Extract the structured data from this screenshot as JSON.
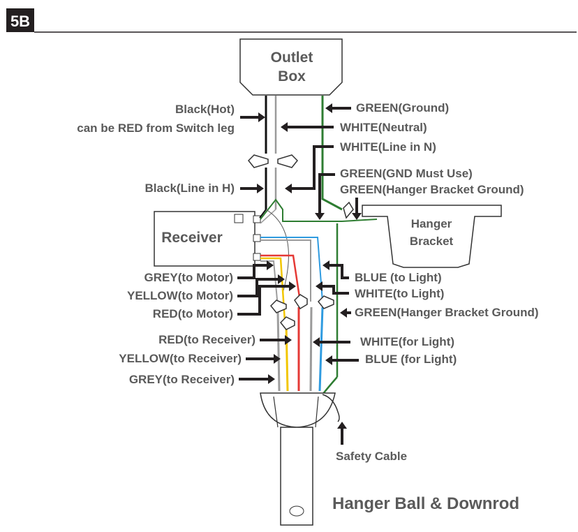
{
  "step_badge": "5B",
  "outlet_box": {
    "line1": "Outlet",
    "line2": "Box"
  },
  "receiver": "Receiver",
  "hanger_bracket": {
    "line1": "Hanger",
    "line2": "Bracket"
  },
  "labels": {
    "black_hot": "Black(Hot)",
    "black_hot_note": "can be RED from Switch leg",
    "green_ground": "GREEN(Ground)",
    "white_neutral": "WHITE(Neutral)",
    "white_line_in_n": "WHITE(Line in N)",
    "black_line_in_h": "Black(Line in H)",
    "green_gnd_must_use": "GREEN(GND Must Use)",
    "green_hanger_bracket_ground_top": "GREEN(Hanger Bracket Ground)",
    "grey_to_motor": "GREY(to Motor)",
    "yellow_to_motor": "YELLOW(to Motor)",
    "red_to_motor": "RED(to Motor)",
    "blue_to_light": "BLUE (to Light)",
    "white_to_light": "WHITE(to Light)",
    "green_hanger_bracket_ground": "GREEN(Hanger Bracket Ground)",
    "red_to_receiver": "RED(to Receiver)",
    "yellow_to_receiver": "YELLOW(to Receiver)",
    "grey_to_receiver": "GREY(to Receiver)",
    "white_for_light": "WHITE(for Light)",
    "blue_for_light": "BLUE (for Light)",
    "safety_cable": "Safety Cable"
  },
  "caption": "Hanger Ball & Downrod",
  "colors": {
    "label_text": "#5a5a5a",
    "arrow": "#231f20",
    "wire_black": "#111111",
    "wire_white": "#9a9a9a",
    "wire_green": "#2e7d32",
    "wire_blue": "#2f9be0",
    "wire_red": "#e53935",
    "wire_yellow": "#f2c600",
    "wire_grey": "#9e9e9e"
  }
}
